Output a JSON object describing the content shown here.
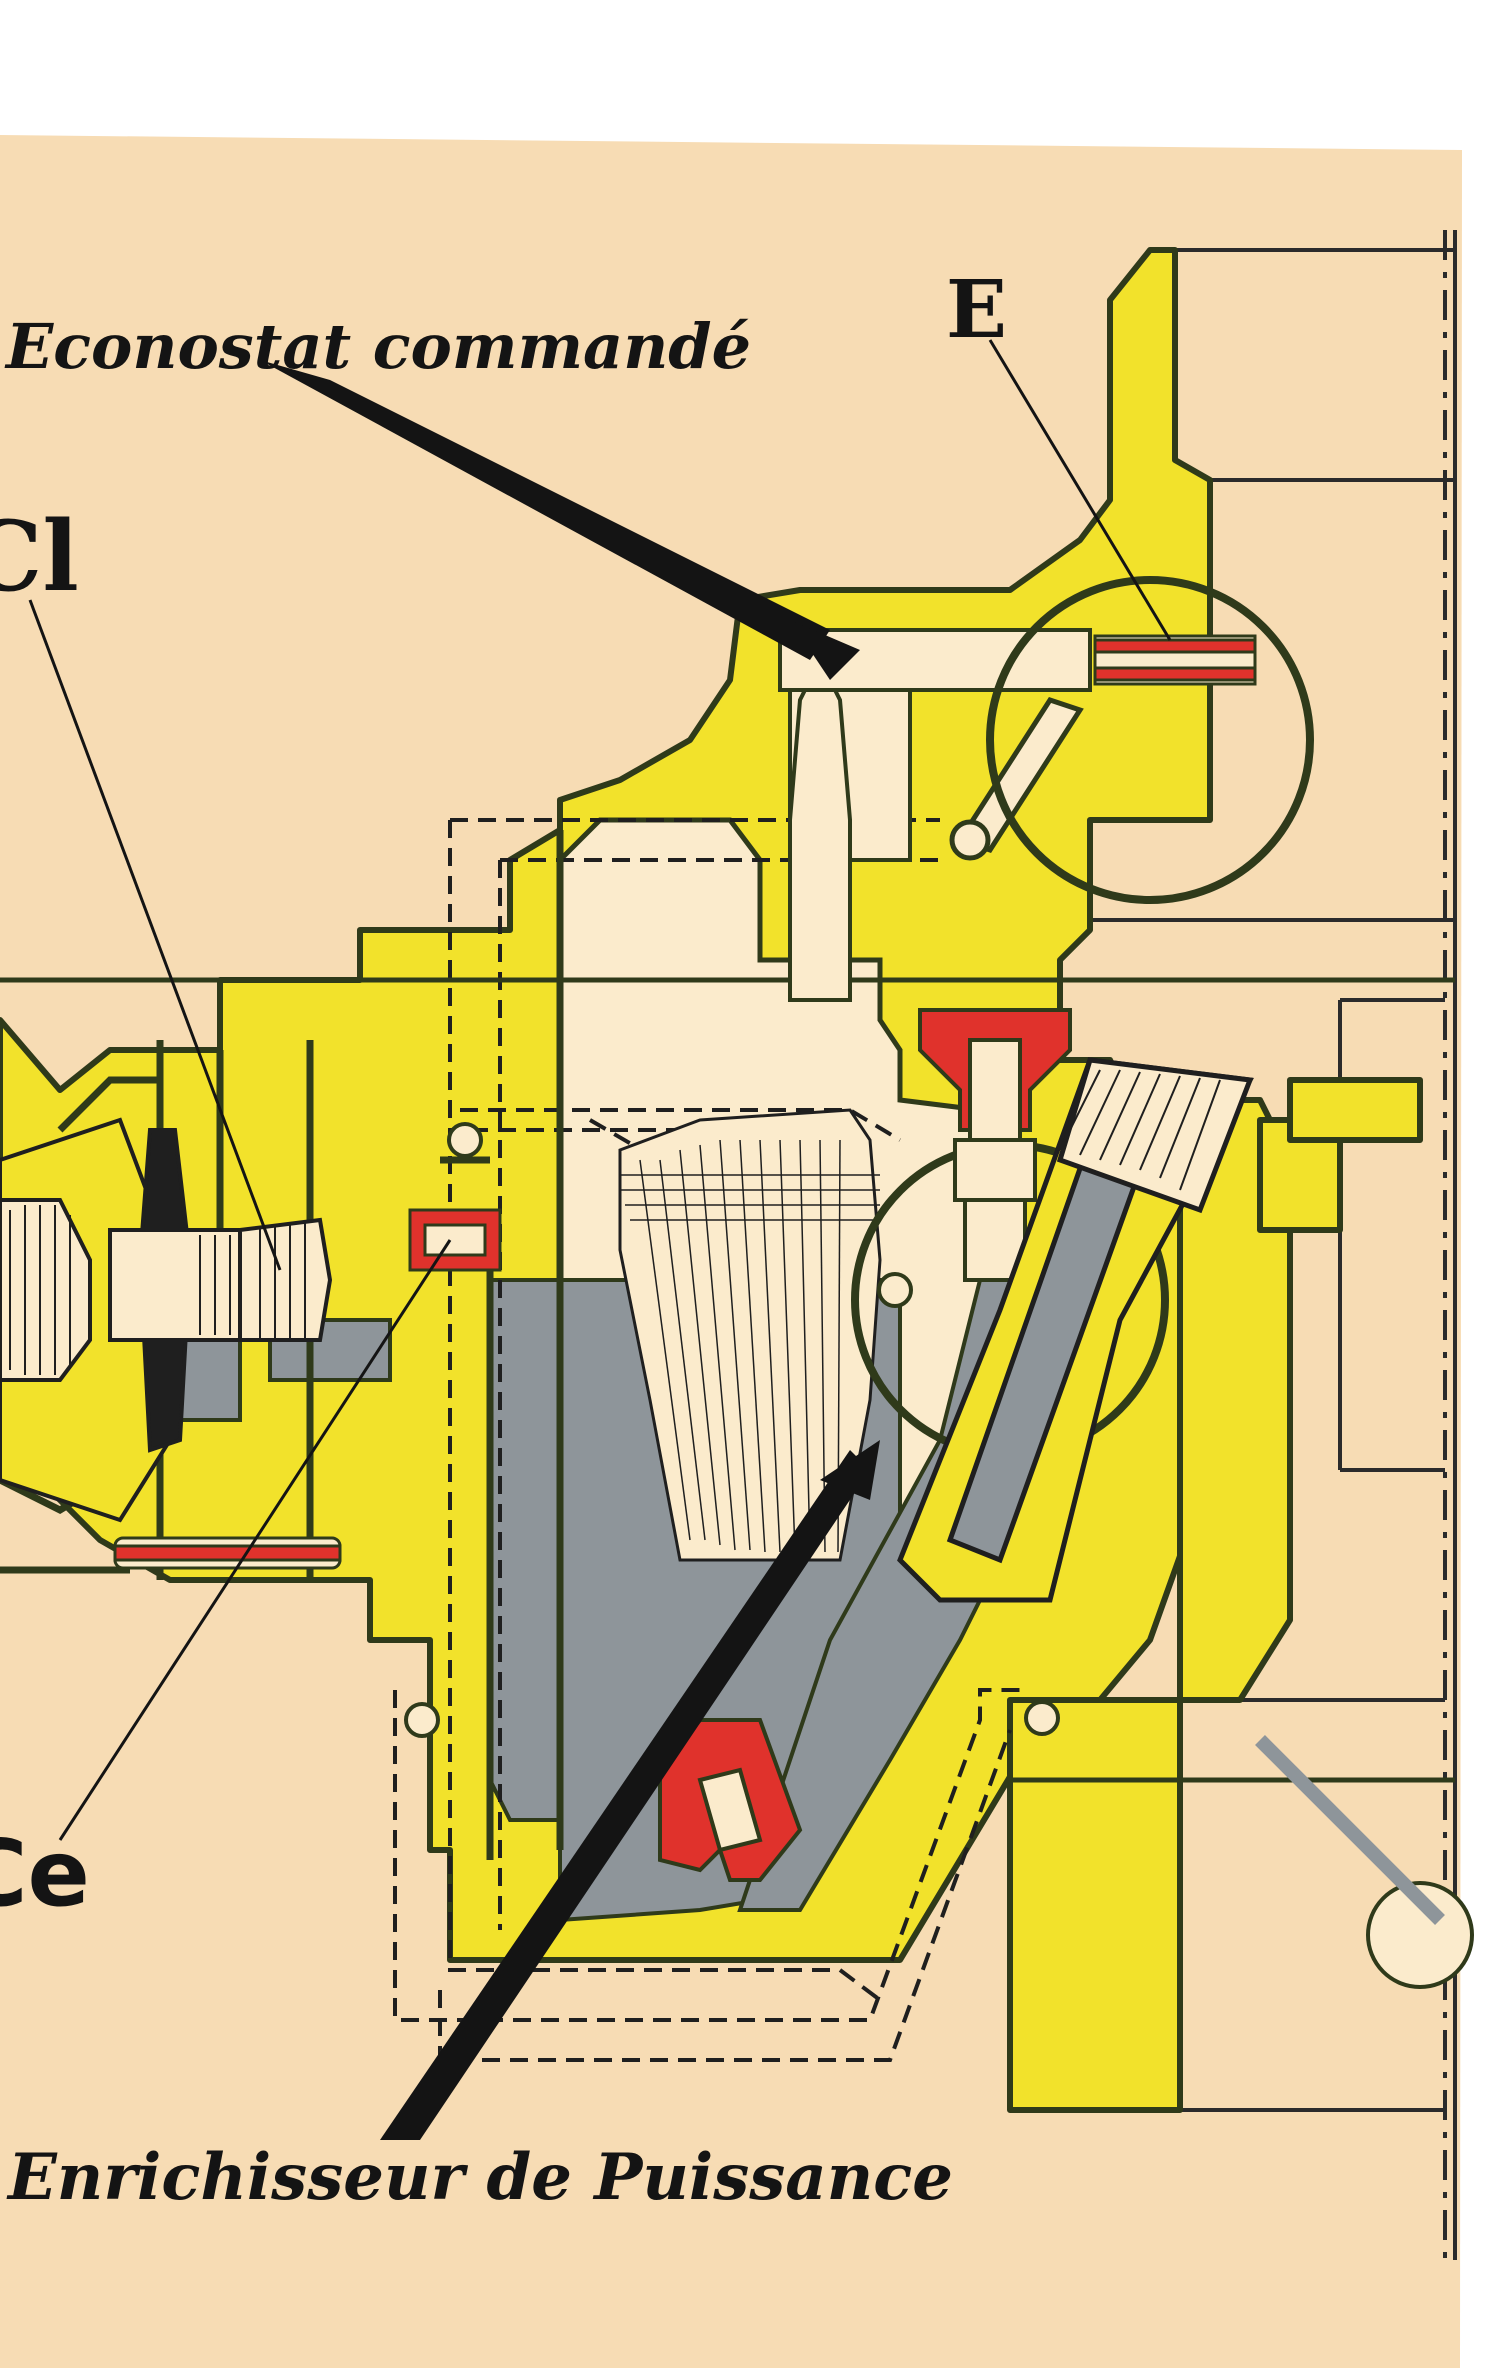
{
  "labels": {
    "econostat": "Econostat commandé",
    "enrichisseur": "Enrichisseur de Puissance",
    "letter_e": "E",
    "letter_cl": "Cl",
    "letter_ce": "Ce"
  },
  "colors": {
    "paper": "#f7dcb4",
    "body_yellow": "#f2e22b",
    "outline": "#2f3a1a",
    "fuel_grey": "#8e959a",
    "jet_red": "#e0322c",
    "pale": "#fbebcc",
    "ink": "#141414"
  }
}
